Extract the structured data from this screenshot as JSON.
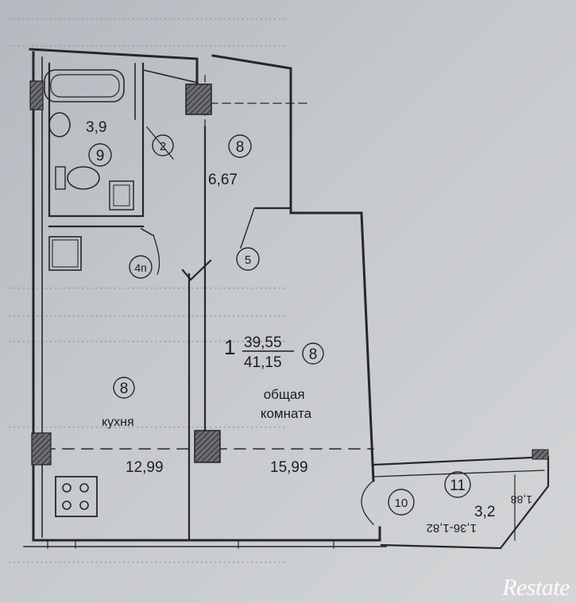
{
  "plan": {
    "apartment": {
      "rooms_count": "1",
      "living_area": "39,55",
      "total_area": "41,15",
      "mark": "8"
    },
    "rooms": [
      {
        "id": "bathroom",
        "area": "3,9",
        "number": "9"
      },
      {
        "id": "hall",
        "area": "6,67",
        "number": "8"
      },
      {
        "id": "kitchen",
        "name": "кухня",
        "area": "12,99",
        "number": "8"
      },
      {
        "id": "living-room",
        "name": "общая\nкомната",
        "area": "15,99",
        "number": "8"
      },
      {
        "id": "loggia",
        "area": "3,2",
        "number": "11"
      }
    ],
    "door_marks": [
      "2",
      "4п",
      "5",
      "10"
    ],
    "loggia_marks": [
      "1,88",
      "1,36-1,82"
    ]
  },
  "watermark": "Restate"
}
